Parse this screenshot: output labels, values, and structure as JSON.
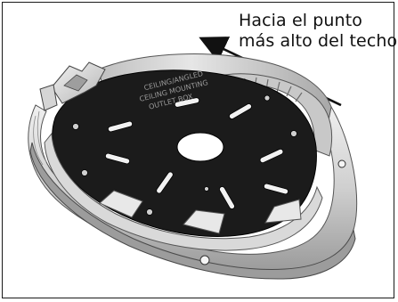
{
  "annotation": {
    "line1": "Hacia el punto",
    "line2": "más alto del techo"
  },
  "plate_text": {
    "line1": "CEILING/ANGLED",
    "line2": "CEILING MOUNTING",
    "line3": "OUTLET BOX"
  },
  "colors": {
    "ink": "#111111",
    "metal_light": "#e4e4e4",
    "metal_mid": "#bdbdbd",
    "metal_dark": "#8a8a8a",
    "plate": "#1b1b1b"
  }
}
